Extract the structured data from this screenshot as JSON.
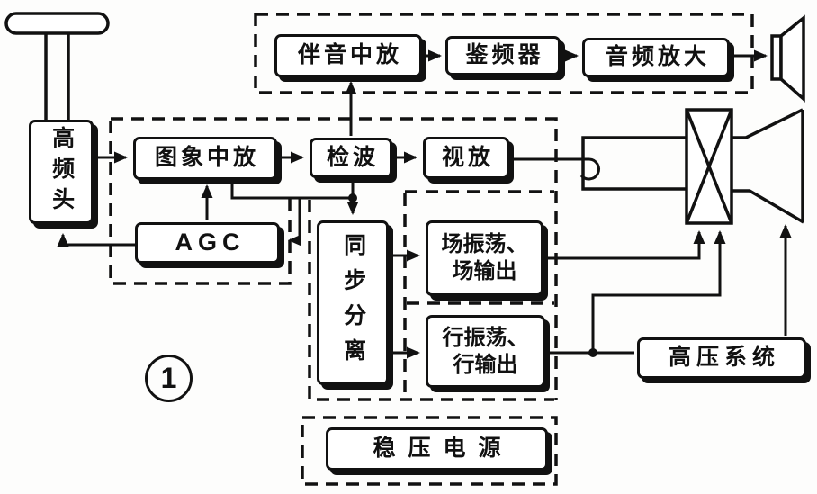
{
  "figure_label": "1",
  "blocks": {
    "tuner": "高频头",
    "video_if_amp": "图象中放",
    "detector": "检波",
    "video_amp": "视放",
    "sound_if_amp": "伴音中放",
    "fm_discriminator": "鉴频器",
    "audio_amp": "音频放大",
    "agc": "AGC",
    "sync_separator": "同步分离",
    "field_stage_line1": "场振荡、",
    "field_stage_line2": "场输出",
    "line_stage_line1": "行振荡、",
    "line_stage_line2": "行输出",
    "hv_system": "高压系统",
    "power_supply": "稳压电源"
  },
  "icons": {
    "antenna": "antenna-icon",
    "speaker": "speaker-icon",
    "crt": "crt-picture-tube-icon",
    "deflection_yoke": "deflection-yoke-icon",
    "electron_gun": "electron-gun-icon",
    "junction_dots": "wire-junction-dot"
  },
  "colors": {
    "ink": "#111111",
    "paper": "#fdfdfc"
  }
}
